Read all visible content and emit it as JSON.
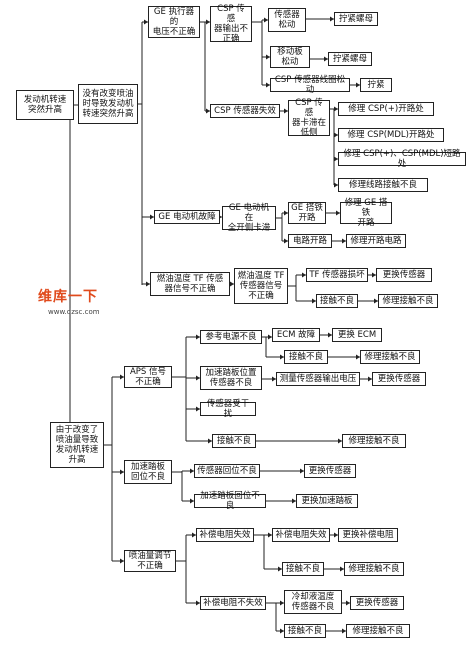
{
  "watermark": {
    "brand": "维库一下",
    "site": "www.dzsc.com"
  },
  "nodes": {
    "root": "发动机转速\n突然升高",
    "l1a": "没有改变喷油\n时导致发动机\n转速突然升高",
    "l1b": "由于改变了\n喷油量导致\n发动机转速\n升高",
    "ge_v": "GE 执行器的\n电压不正确",
    "csp_out": "CSP 传感\n器输出不\n正确",
    "sensor_loose": "传感器\n松动",
    "tight_nut1": "拧紧螺母",
    "move_plate": "移动板\n松动",
    "tight_nut2": "拧紧螺母",
    "csp_coil": "CSP 传感器线圈松动",
    "tighten": "拧紧",
    "csp_fail": "CSP 传感器失效",
    "csp_stuck": "CSP 传感\n器卡滞在\n低侧",
    "fix_csp_plus": "修理 CSP(+)开路处",
    "fix_csp_mdl": "修理 CSP(MDL)开路处",
    "fix_csp_short": "修理 CSP(+)、CSP(MDL)短路处",
    "fix_poor1": "修理线路接触不良",
    "ge_motor": "GE 电动机故障",
    "ge_stuck": "GE 电动机在\n全开侧卡滞",
    "ge_open": "GE 搭铁\n开路",
    "fix_ge_open": "修理 GE 搭铁\n开路",
    "circuit_open": "电路开路",
    "fix_open": "修理开路电路",
    "tf_signal": "燃油温度 TF 传感\n器信号不正确",
    "tf_sensor": "燃油温度 TF\n传感器信号\n不正确",
    "tf_damaged": "TF 传感器损坏",
    "replace_sensor1": "更换传感器",
    "poor_contact1": "接触不良",
    "fix_poor2": "修理接触不良",
    "aps": "APS 信号\n不正确",
    "ref_v": "参考电源不良",
    "ecm_fault": "ECM 故障",
    "replace_ecm": "更换 ECM",
    "poor_contact2": "接触不良",
    "fix_poor3": "修理接触不良",
    "pedal_sensor": "加速踏板位置\n传感器不良",
    "measure": "测量传感器输出电压",
    "replace_sensor2": "更换传感器",
    "interfere": "传感器受干扰",
    "poor_contact3": "接触不良",
    "fix_poor4": "修理接触不良",
    "pedal_return": "加速踏板\n回位不良",
    "sensor_return": "传感器回位不良",
    "replace_sensor3": "更换传感器",
    "pedal_return2": "加速踏板回位不良",
    "replace_pedal": "更换加速踏板",
    "inj_adjust": "喷油量调节\n不正确",
    "comp_fail": "补偿电阻失效",
    "comp_fail2": "补偿电阻失效",
    "replace_comp": "更换补偿电阻",
    "poor_contact4": "接触不良",
    "fix_poor5": "修理接触不良",
    "comp_bad": "补偿电阻不失效",
    "coolant": "冷却液温度\n传感器不良",
    "replace_sensor4": "更换传感器",
    "poor_contact5": "接触不良",
    "fix_poor6": "修理接触不良"
  }
}
